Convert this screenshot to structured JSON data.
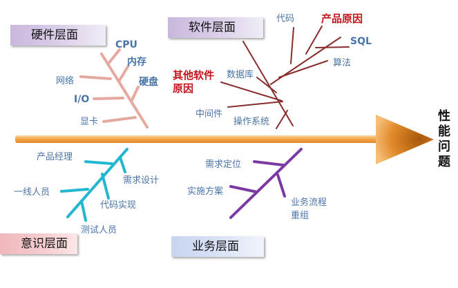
{
  "problem": "性能问题",
  "categories": {
    "hardware": {
      "title": "硬件层面",
      "color": "#e5a9a0",
      "causes": [
        "CPU",
        "内存",
        "硬盘",
        "网络",
        "I/O",
        "显卡"
      ]
    },
    "software": {
      "title": "软件层面",
      "color": "#8a2b2b",
      "causes": [
        "代码",
        "产品原因",
        "SQL",
        "算法",
        "数据库",
        "其他软件\n原因",
        "中间件",
        "操作系统"
      ]
    },
    "awareness": {
      "title": "意识层面",
      "color": "#22b7cf",
      "causes": [
        "产品经理",
        "需求设计",
        "一线人员",
        "代码实现",
        "测试人员"
      ]
    },
    "business": {
      "title": "业务层面",
      "color": "#7b3aa3",
      "causes": [
        "需求定位",
        "实施方案",
        "业务流程\n重组"
      ]
    }
  },
  "colors": {
    "spine": "#f2a348",
    "arrowhead": "#d07a18",
    "label_blue": "#4a74a8",
    "label_red": "#c0161b"
  }
}
